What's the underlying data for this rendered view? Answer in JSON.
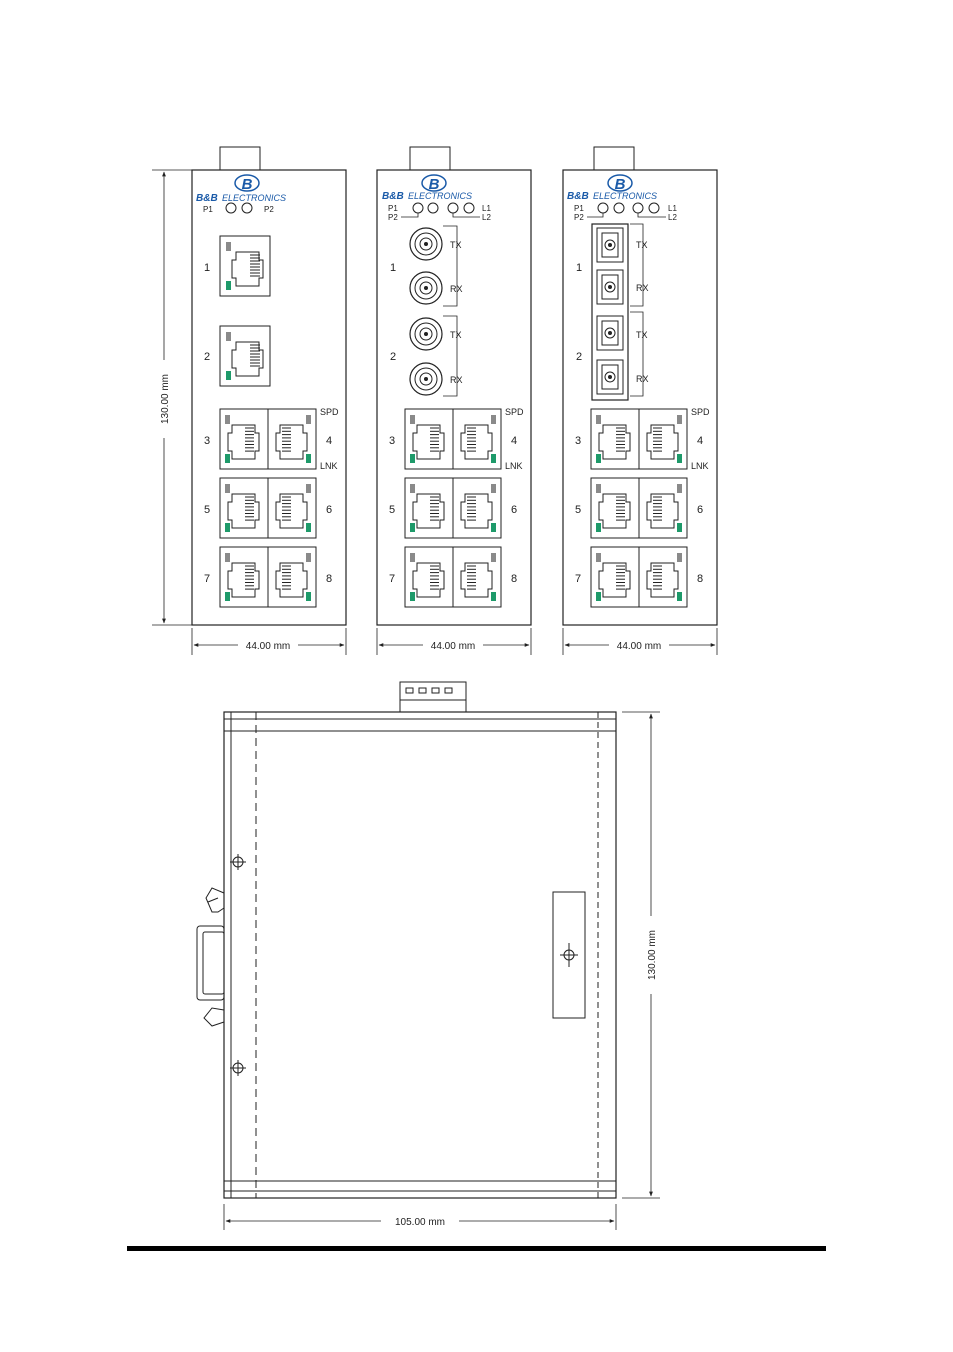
{
  "brand": {
    "text": "B&B",
    "text2": "ELECTRONICS",
    "logo_letter": "B",
    "color": "#1a5aa8"
  },
  "led_labels": {
    "p1": "P1",
    "p2": "P2",
    "l1": "L1",
    "l2": "L2"
  },
  "port_labels": {
    "tx": "TX",
    "rx": "RX",
    "spd": "SPD",
    "lnk": "LNK",
    "n1": "1",
    "n2": "2",
    "n3": "3",
    "n4": "4",
    "n5": "5",
    "n6": "6",
    "n7": "7",
    "n8": "8"
  },
  "dimensions": {
    "front_height": "130.00 mm",
    "front_width": "44.00 mm",
    "side_height": "130.00 mm",
    "side_depth": "105.00 mm"
  },
  "colors": {
    "led_green": "#1e9a6a",
    "led_gray": "#8a8a8a",
    "line": "#222222"
  }
}
